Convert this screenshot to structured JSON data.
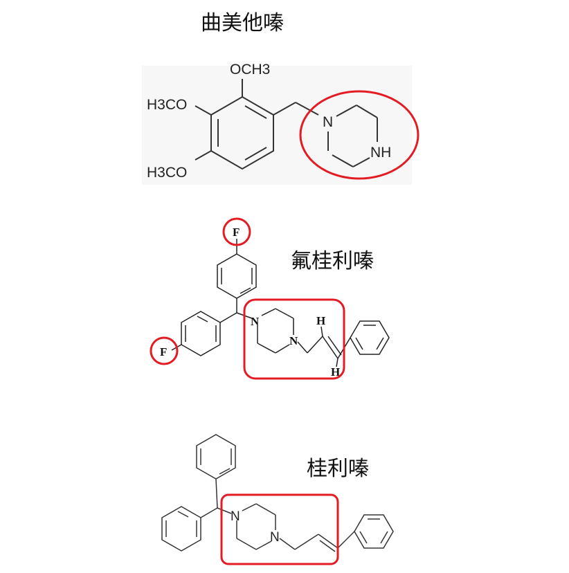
{
  "molecules": [
    {
      "name": "曲美他嗪",
      "labels": {
        "och3_top": "OCH3",
        "h3co_1": "H3CO",
        "h3co_2": "H3CO",
        "n": "N",
        "nh": "NH"
      }
    },
    {
      "name": "氟桂利嗪",
      "labels": {
        "f_top": "F",
        "f_left": "F",
        "n1": "N",
        "n2": "N",
        "h1": "H",
        "h2": "H"
      }
    },
    {
      "name": "桂利嗪",
      "labels": {
        "n1": "N",
        "n2": "N"
      }
    }
  ],
  "highlight_color": "#e31b23"
}
